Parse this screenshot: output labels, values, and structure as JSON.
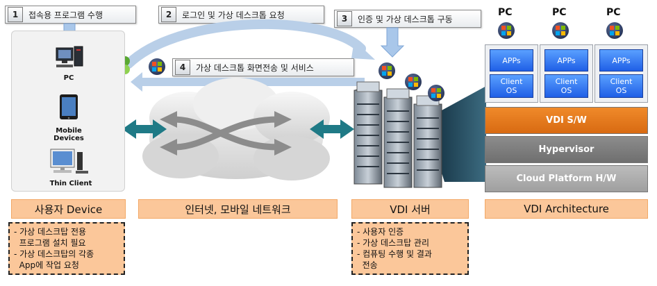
{
  "steps": [
    {
      "num": "1",
      "text": "접속용 프로그램 수행"
    },
    {
      "num": "2",
      "text": "로그인 및 가상 데스크톱 요청"
    },
    {
      "num": "3",
      "text": "인증 및 가상 데스크톱 구동"
    },
    {
      "num": "4",
      "text": "가상 데스크톱 화면전송 및 서비스"
    }
  ],
  "devices": {
    "pc_label": "PC",
    "mobile_label": "Mobile\nDevices",
    "thin_label": "Thin Client"
  },
  "sections": {
    "user": "사용자 Device",
    "network": "인터넷, 모바일 네트워크",
    "vdi": "VDI 서버",
    "arch": "VDI Architecture"
  },
  "notes": {
    "user": [
      "- 가상 데스크탑 전용",
      "  프로그램 설치 필요",
      "- 가상 데스크탑의 각종",
      "  App에 작업 요청"
    ],
    "vdi": [
      "- 사용자 인증",
      "- 가상 데스크탑 관리",
      "- 컴퓨팅 수행 및 결과",
      "  전송"
    ]
  },
  "architecture": {
    "pc_titles": [
      "PC",
      "PC",
      "PC"
    ],
    "apps_label": "APPs",
    "client_os_label": "Client\nOS",
    "layers": [
      "VDI S/W",
      "Hypervisor",
      "Cloud Platform H/W"
    ]
  },
  "colors": {
    "section_fill": "#fbc79a",
    "layer_vdi": "#e8791b",
    "layer_hyper": "#7d7d7d",
    "layer_cloud": "#a9a9a9",
    "arrow_teal": "#1f7a86",
    "box_blue": "#2a6bf0"
  }
}
